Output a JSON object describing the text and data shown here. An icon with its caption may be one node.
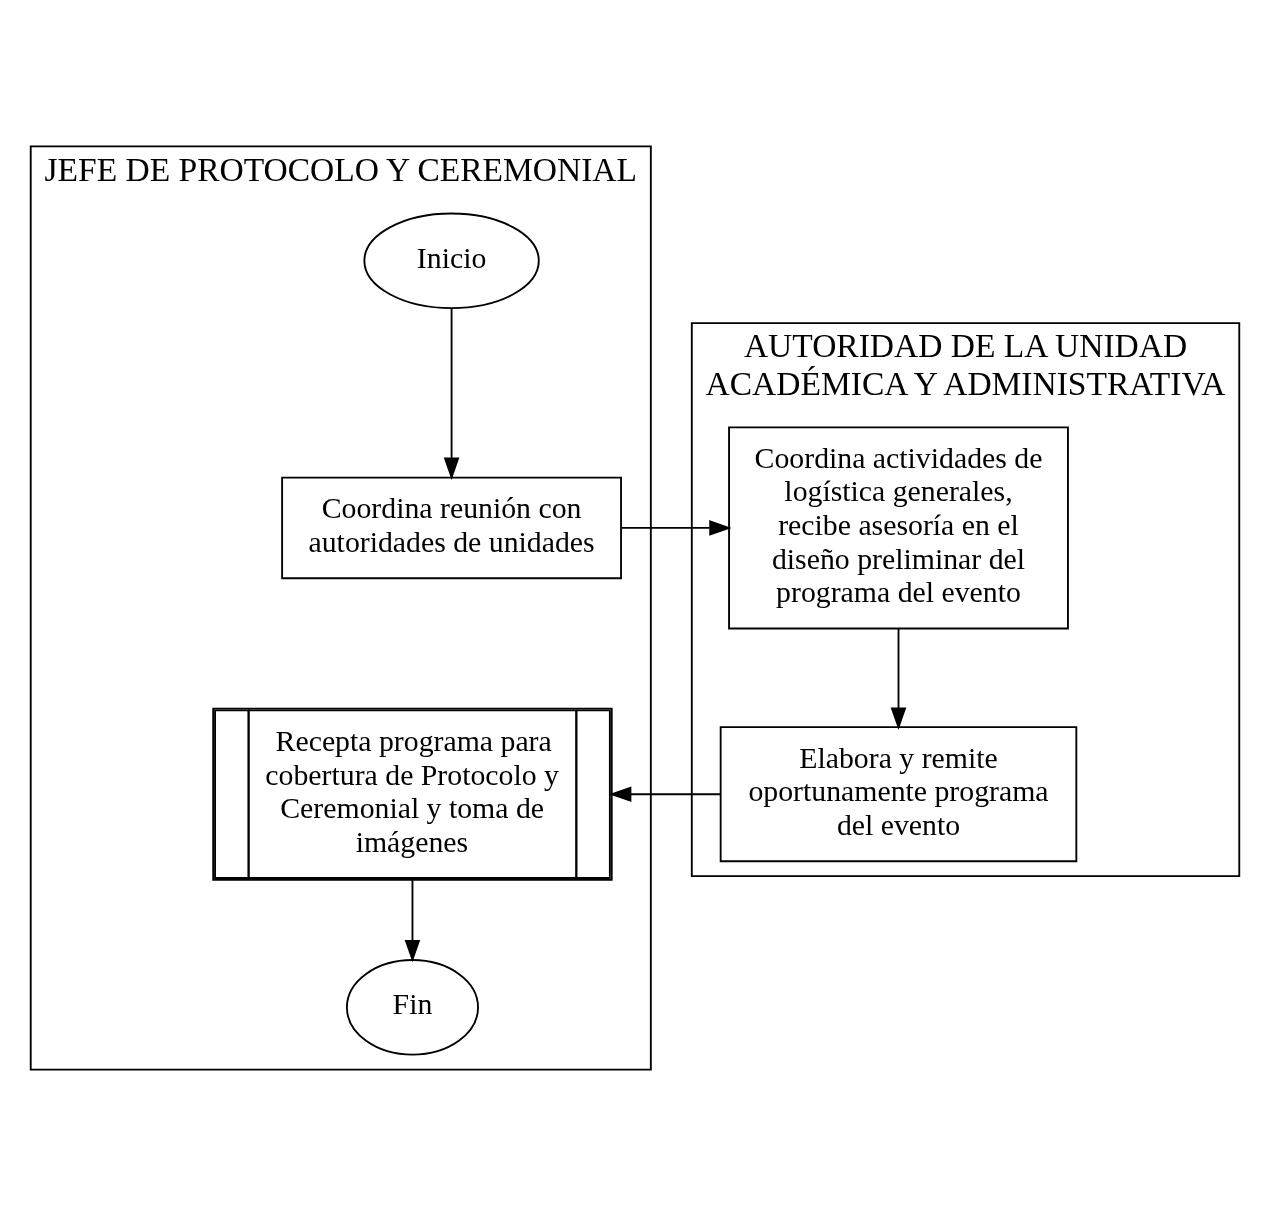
{
  "diagram": {
    "nodes": [
      {
        "text": [
          "JEFE DE PROTOCOLO Y CEREMONIAL"
        ]
      },
      {
        "text": [
          "AUTORIDAD DE LA UNIDAD ACADÉMICA Y ADMINISTRATIVA"
        ]
      },
      {
        "text": [
          "Inicio"
        ],
        "in": 0
      },
      {
        "text": [
          "Coordina reunión con autoridades de unidades"
        ],
        "in": 0
      },
      {
        "text": [
          "Coordina actividades de logística generales, recibe asesoría en el diseño preliminar del programa del evento"
        ],
        "in": 1
      },
      {
        "text": [
          "Elabora y remite oportunamente programa del evento"
        ],
        "in": 1
      },
      {
        "text": [
          "Recepta programa para cobertura de Protocolo y Ceremonial y toma de imágenes"
        ],
        "in": 0
      },
      {
        "text": [
          "Fin"
        ],
        "in": 0
      }
    ],
    "edges": [
      {
        "from": 2,
        "to": 3,
        "arrow": "to"
      },
      {
        "from": 3,
        "to": 4,
        "arrow": "to"
      },
      {
        "from": 4,
        "to": 5,
        "arrow": "to"
      },
      {
        "from": 5,
        "to": 6,
        "arrow": "to"
      },
      {
        "from": 6,
        "to": 7,
        "arrow": "to"
      }
    ]
  }
}
